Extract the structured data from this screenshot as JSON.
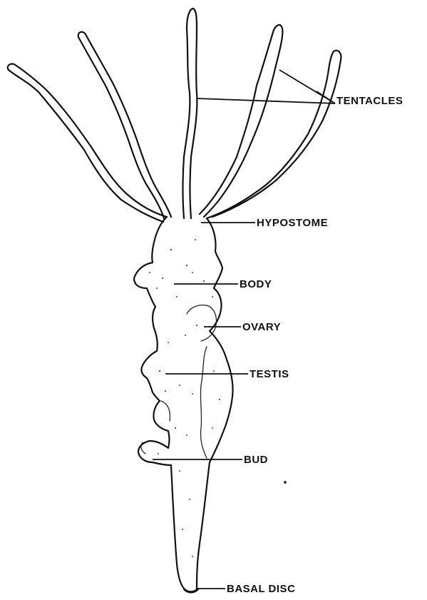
{
  "labels": {
    "tentacles": "TENTACLES",
    "hypostome": "HYPOSTOME",
    "body": "BODY",
    "ovary": "OVARY",
    "testis": "TESTIS",
    "bud": "BUD",
    "basal_disc": "BASAL DISC"
  },
  "colors": {
    "ink": "#111111",
    "background": "#ffffff"
  }
}
